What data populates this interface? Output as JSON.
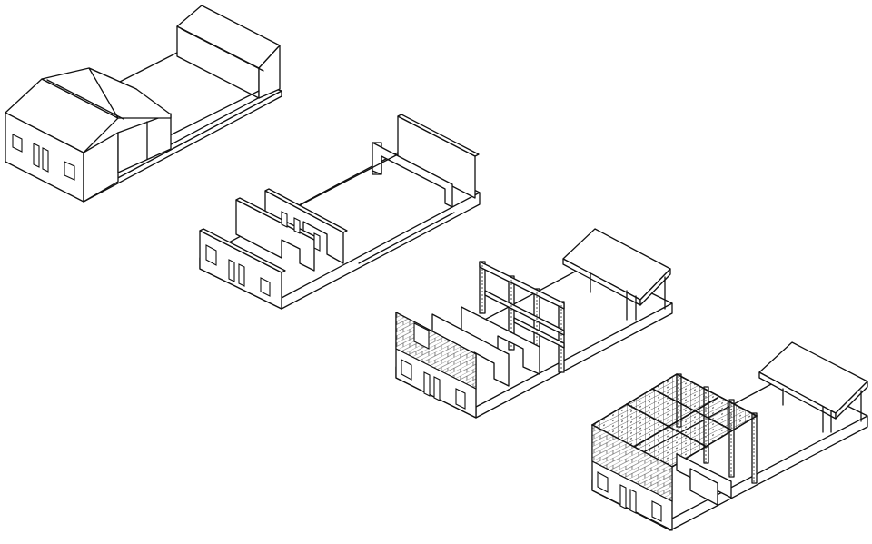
{
  "diagram": {
    "kind": "isometric-construction-sequence",
    "stages": [
      {
        "id": "existing-building"
      },
      {
        "id": "demolition-retained-walls"
      },
      {
        "id": "new-brick-and-structure"
      },
      {
        "id": "completed-roof-frame"
      }
    ],
    "colors": {
      "line": "#111111",
      "background": "#ffffff"
    }
  }
}
